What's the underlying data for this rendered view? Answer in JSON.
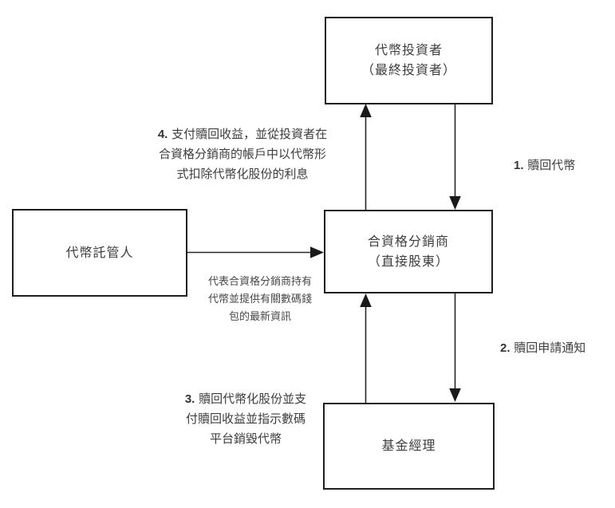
{
  "diagram": {
    "title_hint": "token redemption flow",
    "boxes": {
      "token_investor": {
        "label": "代幣投資者\n（最終投資者）"
      },
      "qualified_distributor": {
        "label": "合資格分銷商\n（直接股東）"
      },
      "token_custodian": {
        "label": "代幣託管人"
      },
      "fund_manager": {
        "label": "基金經理"
      }
    },
    "labels": {
      "step1": {
        "num": "1.",
        "text": "贖回代幣"
      },
      "step2": {
        "num": "2.",
        "text": "贖回申請通知"
      },
      "step3": {
        "num": "3.",
        "text": "贖回代幣化股份並支\n付贖回收益並指示數碼\n平台銷毀代幣"
      },
      "step4": {
        "num": "4.",
        "text": "支付贖回收益，並從投資者在\n合資格分銷商的帳戶中以代幣形\n式扣除代幣化股份的利息"
      },
      "custodian_note": "代表合資格分銷商持有\n代幣並提供有關數碼錢\n包的最新資訊"
    },
    "colors": {
      "line": "#262626",
      "box_border": "#1f1f1f",
      "text": "#3d3d3d",
      "background": "#ffffff"
    }
  }
}
